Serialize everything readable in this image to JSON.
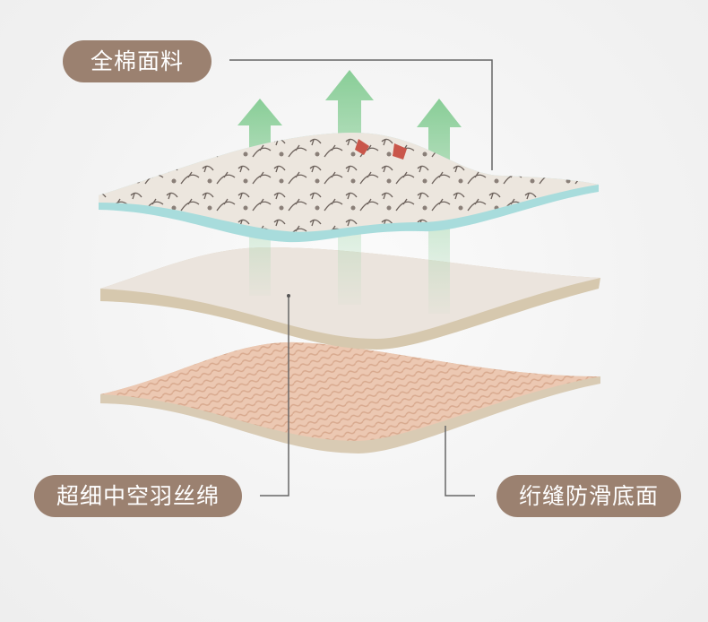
{
  "labels": {
    "top": "全棉面料",
    "middle": "超细中空羽丝绵",
    "bottom": "绗缝防滑底面"
  },
  "colors": {
    "pill": "#9b8170",
    "arrow": "#8fcf9c",
    "fabric_edge": "#9fd8d8",
    "filling": "#e9e3dc",
    "base": "#e9c4ad"
  }
}
